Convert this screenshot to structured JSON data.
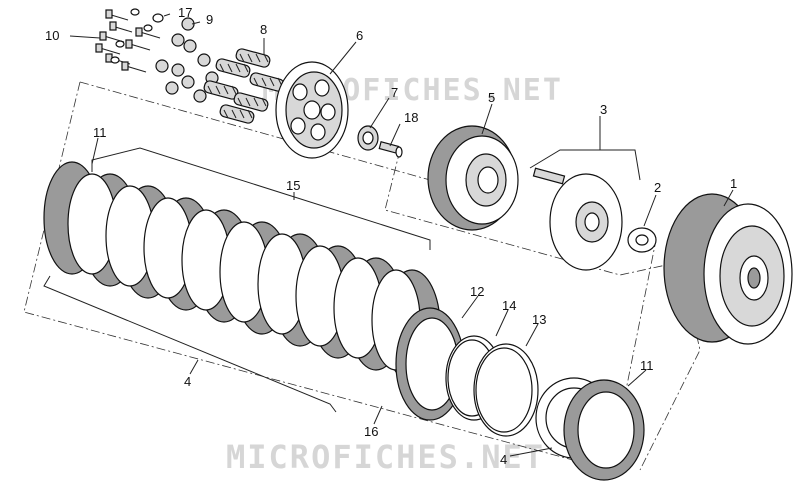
{
  "watermarks": {
    "top": "MICROFICHES.NET",
    "bottom": "MICROFICHES.NET"
  },
  "callouts": {
    "c1": "1",
    "c2": "2",
    "c3": "3",
    "c4a": "4",
    "c4b": "4",
    "c5": "5",
    "c6": "6",
    "c7": "7",
    "c8": "8",
    "c9": "9",
    "c10": "10",
    "c11a": "11",
    "c11b": "11",
    "c12": "12",
    "c13": "13",
    "c14": "14",
    "c15": "15",
    "c16": "16",
    "c17": "17",
    "c18": "18"
  }
}
